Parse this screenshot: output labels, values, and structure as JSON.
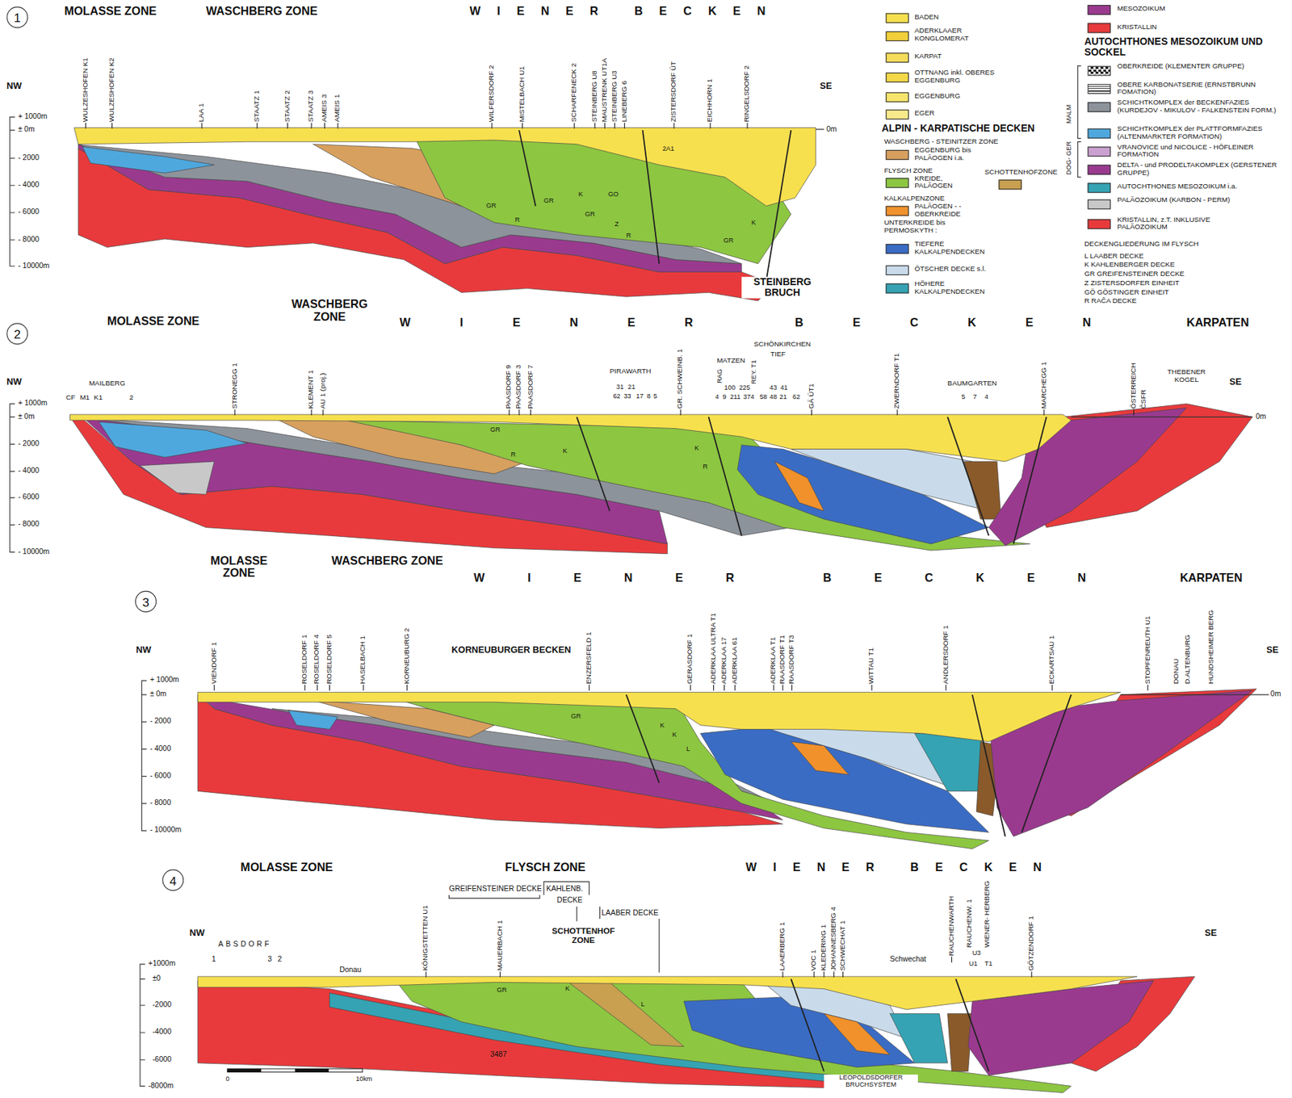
{
  "diagram": {
    "nodes": [
      {
        "text": [
          "1"
        ]
      },
      {
        "text": [
          "2"
        ]
      },
      {
        "text": [
          "3"
        ]
      },
      {
        "text": [
          "4"
        ]
      }
    ],
    "labels": [
      "MOLASSE ZONE",
      "WASCHBERG ZONE",
      "WIENER BECKEN",
      "NW",
      "SE",
      "+ 1000m",
      "± 0m",
      "- 2000",
      "- 4000",
      "- 6000",
      "- 8000",
      "- 10000m",
      "0m",
      "WULZESHOFEN K1",
      "WULZESHOFEN K2",
      "LAA 1",
      "STAATZ 1",
      "STAATZ 2",
      "STAATZ 3",
      "AMEIS 3",
      "AMEIS 1",
      "WILFERSDORF 2",
      "MISTELBACH U1",
      "SCHARFENECK 2",
      "STEINBERG U8",
      "MAUSTRENK UT1A",
      "STEINBERG U3",
      "LINEBERG 6",
      "ZISTERSDORF ÜT",
      "EICHHORN 1",
      "RINGELSDORF 2",
      "2A1",
      "STEINBERG BRUCH",
      "GR",
      "R",
      "GR",
      "K",
      "GR",
      "GO",
      "Z",
      "R",
      "K",
      "GR",
      "ALPIN - KARPATISCHE DECKEN",
      "WASCHBERG - STEINITZER ZONE",
      "FLYSCH ZONE",
      "KALKALPENZONE",
      "UNTERKREIDE bis PERMOSKYTH :",
      "AUTOCHTHONES MESOZOIKUM UND SOCKEL",
      "MALM",
      "DOG- GER",
      "DECKENGLIEDERUNG IM FLYSCH",
      "L LAABER DECKE",
      "K KAHLENBERGER DECKE",
      "GR GREIFENSTEINER DECKE",
      "Z ZISTERSDORFER EINHEIT",
      "GÖ GÖSTINGER EINHEIT",
      "R RAČA DECKE",
      "MOLASSE ZONE",
      "WASCHBERG ZONE",
      "WIENER BECKEN",
      "KARPATEN",
      "NW",
      "SE",
      "+ 1000m",
      "± 0m",
      "- 2000",
      "- 4000",
      "- 6000",
      "- 8000",
      "- 10000m",
      "0m",
      "MAILBERG",
      "CF",
      "M1",
      "K1",
      "2",
      "STRONEGG 1",
      "KLEMENT 1",
      "AU 1 (proj.)",
      "PAASDORF 9",
      "PAASDORF 3",
      "PAASDORF 7",
      "PIRAWARTH",
      "31",
      "21",
      "62",
      "33",
      "17",
      "8",
      "5",
      "GR. SCHWEINB. 1",
      "MATZEN",
      "RAG",
      "SCHÖNKIRCHEN",
      "TIEF",
      "100",
      "225",
      "4",
      "9",
      "211",
      "374",
      "REY. T1",
      "43",
      "41",
      "58",
      "48",
      "21",
      "62",
      "GÄ ÜT1",
      "ZWERNDORF T1",
      "BAUMGARTEN",
      "5",
      "7",
      "4",
      "MARCHEGG 1",
      "ÖSTERREICH",
      "ČSFR",
      "THEBENER KOGEL",
      "GR",
      "R",
      "K",
      "K",
      "R",
      "MOLASSE ZONE",
      "WASCHBERG ZONE",
      "WIENER BECKEN",
      "KARPATEN",
      "NW",
      "SE",
      "+ 1000m",
      "± 0m",
      "- 2000",
      "- 4000",
      "- 6000",
      "- 8000",
      "- 10000m",
      "0m",
      "VIENDORF 1",
      "ROSELDORF 1",
      "ROSELDORF 4",
      "ROSELDORF 5",
      "HASELBACH 1",
      "KORNEUBURG 2",
      "KORNEUBURGER BECKEN",
      "ENZERSFELD 1",
      "GERASDORF 1",
      "ADERKLAA ULTRA T1",
      "ADERKLAA 17",
      "ADERKLAA 61",
      "ADERKLAA T1",
      "RAASDORF T1",
      "RAASDORF T3",
      "WITTAU T1",
      "ANDLERSDORF 1",
      "ECKARTSAU 1",
      "STOPFENREUTH U1",
      "DONAU",
      "D.ALTENBURG",
      "HUNDSHEIMER BERG",
      "GR",
      "K",
      "K",
      "L",
      "MOLASSE ZONE",
      "FLYSCH ZONE",
      "WIENER BECKEN",
      "NW",
      "SE",
      "+1000m",
      "±0",
      "-2000",
      "-4000",
      "-6000",
      "-8000m",
      "ABSDORF",
      "1",
      "3",
      "2",
      "Donau",
      "KÖNIGSTETTEN U1",
      "MAUERBACH 1",
      "GREIFENSTEINER DECKE",
      "KAHLENB.",
      "DECKE",
      "LAABER DECKE",
      "SCHOTTENHOF ZONE",
      "LAAERBERG 1",
      "VOC 1",
      "KLEDERING 1",
      "JOHANNESBERG 4",
      "SCHWECHAT 1",
      "Schwechat",
      "RAUCHENWARTH",
      "RAUCHENW. 1",
      "WIENER- HERBERG",
      "U3",
      "U1",
      "T1",
      "GÖTZENDORF 1",
      "3487",
      "GR",
      "K",
      "L",
      "0",
      "10km",
      "LEOPOLDSDORFER BRUCHSYSTEM"
    ],
    "legend": [
      {
        "text": "BADEN",
        "color": "#f7e04e"
      },
      {
        "text": "ADERKLAAER KONGLOMERAT",
        "color": "#f2cf3a"
      },
      {
        "text": "KARPAT",
        "color": "#f5dc5a"
      },
      {
        "text": "OTTNANG inkl. OBERES EGGENBURG",
        "color": "#f3d848"
      },
      {
        "text": "EGGENBURG",
        "color": "#f7e46c"
      },
      {
        "text": "EGER",
        "color": "#f8e98a"
      },
      {
        "text": "EGGENBURG bis PALÄOGEN i.a.",
        "color": "#d7a05e"
      },
      {
        "text": "KREIDE, PALÄOGEN",
        "color": "#8dc641"
      },
      {
        "text": "SCHOTTENHOFZONE",
        "color": "#c8a050"
      },
      {
        "text": "PALÄOGEN - - OBERKREIDE",
        "color": "#f0912c"
      },
      {
        "text": "TIEFERE KALKALPENDECKEN",
        "color": "#3a6cc4"
      },
      {
        "text": "ÖTSCHER DECKE s.l.",
        "color": "#c9dbea"
      },
      {
        "text": "HÖHERE KALKALPENDECKEN",
        "color": "#35a3b3"
      },
      {
        "text": "MESOZOIKUM",
        "color": "#9a3a8f"
      },
      {
        "text": "KRISTALLIN",
        "color": "#e83a3c"
      },
      {
        "text": "OBERKREIDE (KLEMENTER GRUPPE)"
      },
      {
        "text": "OBERE KARBONATSERIE (ERNSTBRUNN FOMATION)"
      },
      {
        "text": "SCHICHTKOMPLEX der BECKENFAZIES (KURDEJOV - MIKULOV - FALKENSTEIN FORM.)",
        "color": "#8d939b"
      },
      {
        "text": "SCHICHTKOMPLEX der PLATTFORMFAZIES (ALTENMARKTER FORMATION)",
        "color": "#4ea8de"
      },
      {
        "text": "VRANOVICE und NICOLICE - HÖFLEINER FORMATION",
        "color": "#c9a0cf"
      },
      {
        "text": "DELTA - und PRODELTAKOMPLEX (GERSTENER GRUPPE)",
        "color": "#9a3a8f"
      },
      {
        "text": "AUTOCHTHONES MESOZOIKUM i.a.",
        "color": "#35a3b3"
      },
      {
        "text": "PALÄOZOIKUM (KARBON - PERM)",
        "color": "#c8c8c8"
      },
      {
        "text": "KRISTALLIN, z.T. INKLUSIVE PALÄOZOIKUM",
        "color": "#e83a3c"
      }
    ]
  }
}
